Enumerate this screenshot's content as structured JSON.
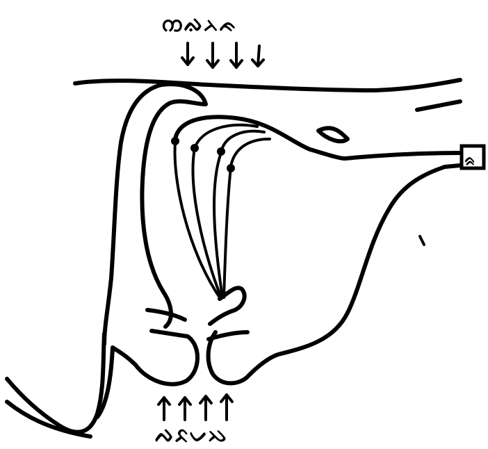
{
  "top_glyphs": {
    "text": "ᨠᨁᨂᨃ"
  },
  "bottom_glyphs": {
    "text": "ᨄᨅᨆᨇ"
  },
  "box_glyph": {
    "text": "ᨑ"
  },
  "stroke_color": "#000000",
  "background_color": "#ffffff"
}
